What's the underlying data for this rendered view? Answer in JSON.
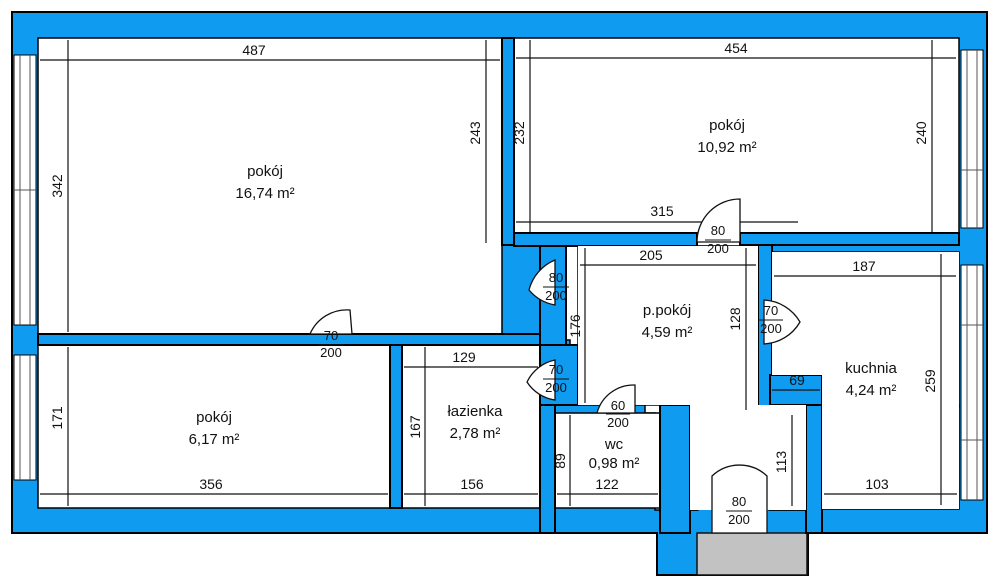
{
  "rooms": [
    {
      "id": "room-large",
      "name": "pokój",
      "area": "16,74 m²"
    },
    {
      "id": "room-top-right",
      "name": "pokój",
      "area": "10,92 m²"
    },
    {
      "id": "hall",
      "name": "p.pokój",
      "area": "4,59 m²"
    },
    {
      "id": "kitchen",
      "name": "kuchnia",
      "area": "4,24 m²"
    },
    {
      "id": "room-small",
      "name": "pokój",
      "area": "6,17 m²"
    },
    {
      "id": "bathroom",
      "name": "łazienka",
      "area": "2,78 m²"
    },
    {
      "id": "wc",
      "name": "wc",
      "area": "0,98 m²"
    }
  ],
  "dimensions": [
    "487",
    "342",
    "243",
    "454",
    "232",
    "240",
    "315",
    "205",
    "187",
    "176",
    "128",
    "259",
    "69",
    "129",
    "167",
    "171",
    "356",
    "156",
    "89",
    "122",
    "113",
    "103"
  ],
  "doors": [
    {
      "w": "80",
      "h": "200"
    },
    {
      "w": "80",
      "h": "200"
    },
    {
      "w": "70",
      "h": "200"
    },
    {
      "w": "70",
      "h": "200"
    },
    {
      "w": "70",
      "h": "200"
    },
    {
      "w": "60",
      "h": "200"
    },
    {
      "w": "80",
      "h": "200"
    }
  ],
  "colors": {
    "wall": "#0f9bf0",
    "balcony": "#c2c2c2"
  }
}
